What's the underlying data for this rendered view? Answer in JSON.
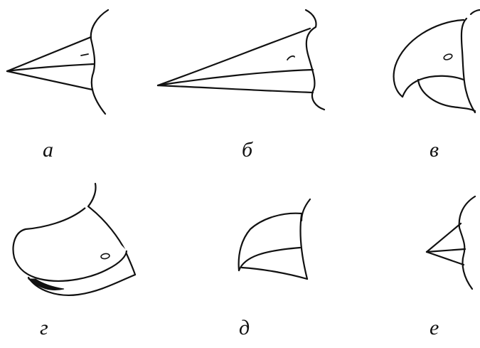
{
  "figure": {
    "labels": {
      "a": "а",
      "b": "б",
      "v": "в",
      "g": "г",
      "d": "д",
      "e": "е"
    }
  }
}
